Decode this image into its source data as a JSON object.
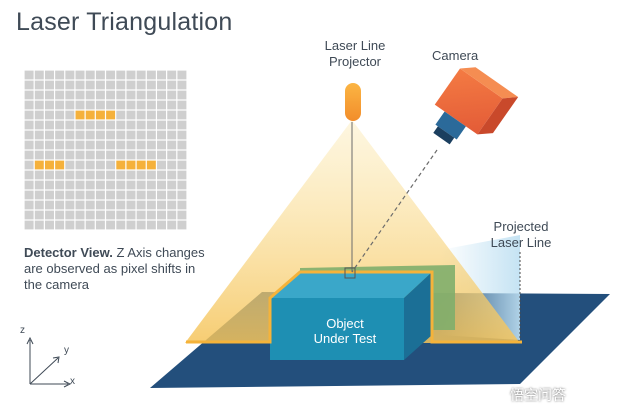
{
  "title": "Laser Triangulation",
  "labels": {
    "projector": "Laser Line\nProjector",
    "camera": "Camera",
    "projected": "Projected\nLaser Line",
    "object": "Object\nUnder Test"
  },
  "detector": {
    "caption_bold": "Detector View.",
    "caption_rest": " Z Axis changes are observed as pixel shifts in the camera",
    "grid_cols": 16,
    "grid_rows": 16,
    "highlighted_rows": [
      {
        "row": 4,
        "cols": [
          5,
          6,
          7,
          8
        ]
      },
      {
        "row": 9,
        "cols": [
          1,
          2,
          3,
          9,
          10,
          11,
          12
        ]
      }
    ]
  },
  "axes": {
    "z": "z",
    "y": "y",
    "x": "x"
  },
  "watermark": "悟空问答",
  "colors": {
    "platform": "#234f7c",
    "object_front": "#1e8fb3",
    "object_back": "#7fae6c",
    "laser": "#f5b33a",
    "beam": "#f6d27a",
    "camera": "#ee6a3c",
    "text": "#3f4a56",
    "grid_cell": "#cfcfcf",
    "grid_highlight": "#f5b13b"
  }
}
